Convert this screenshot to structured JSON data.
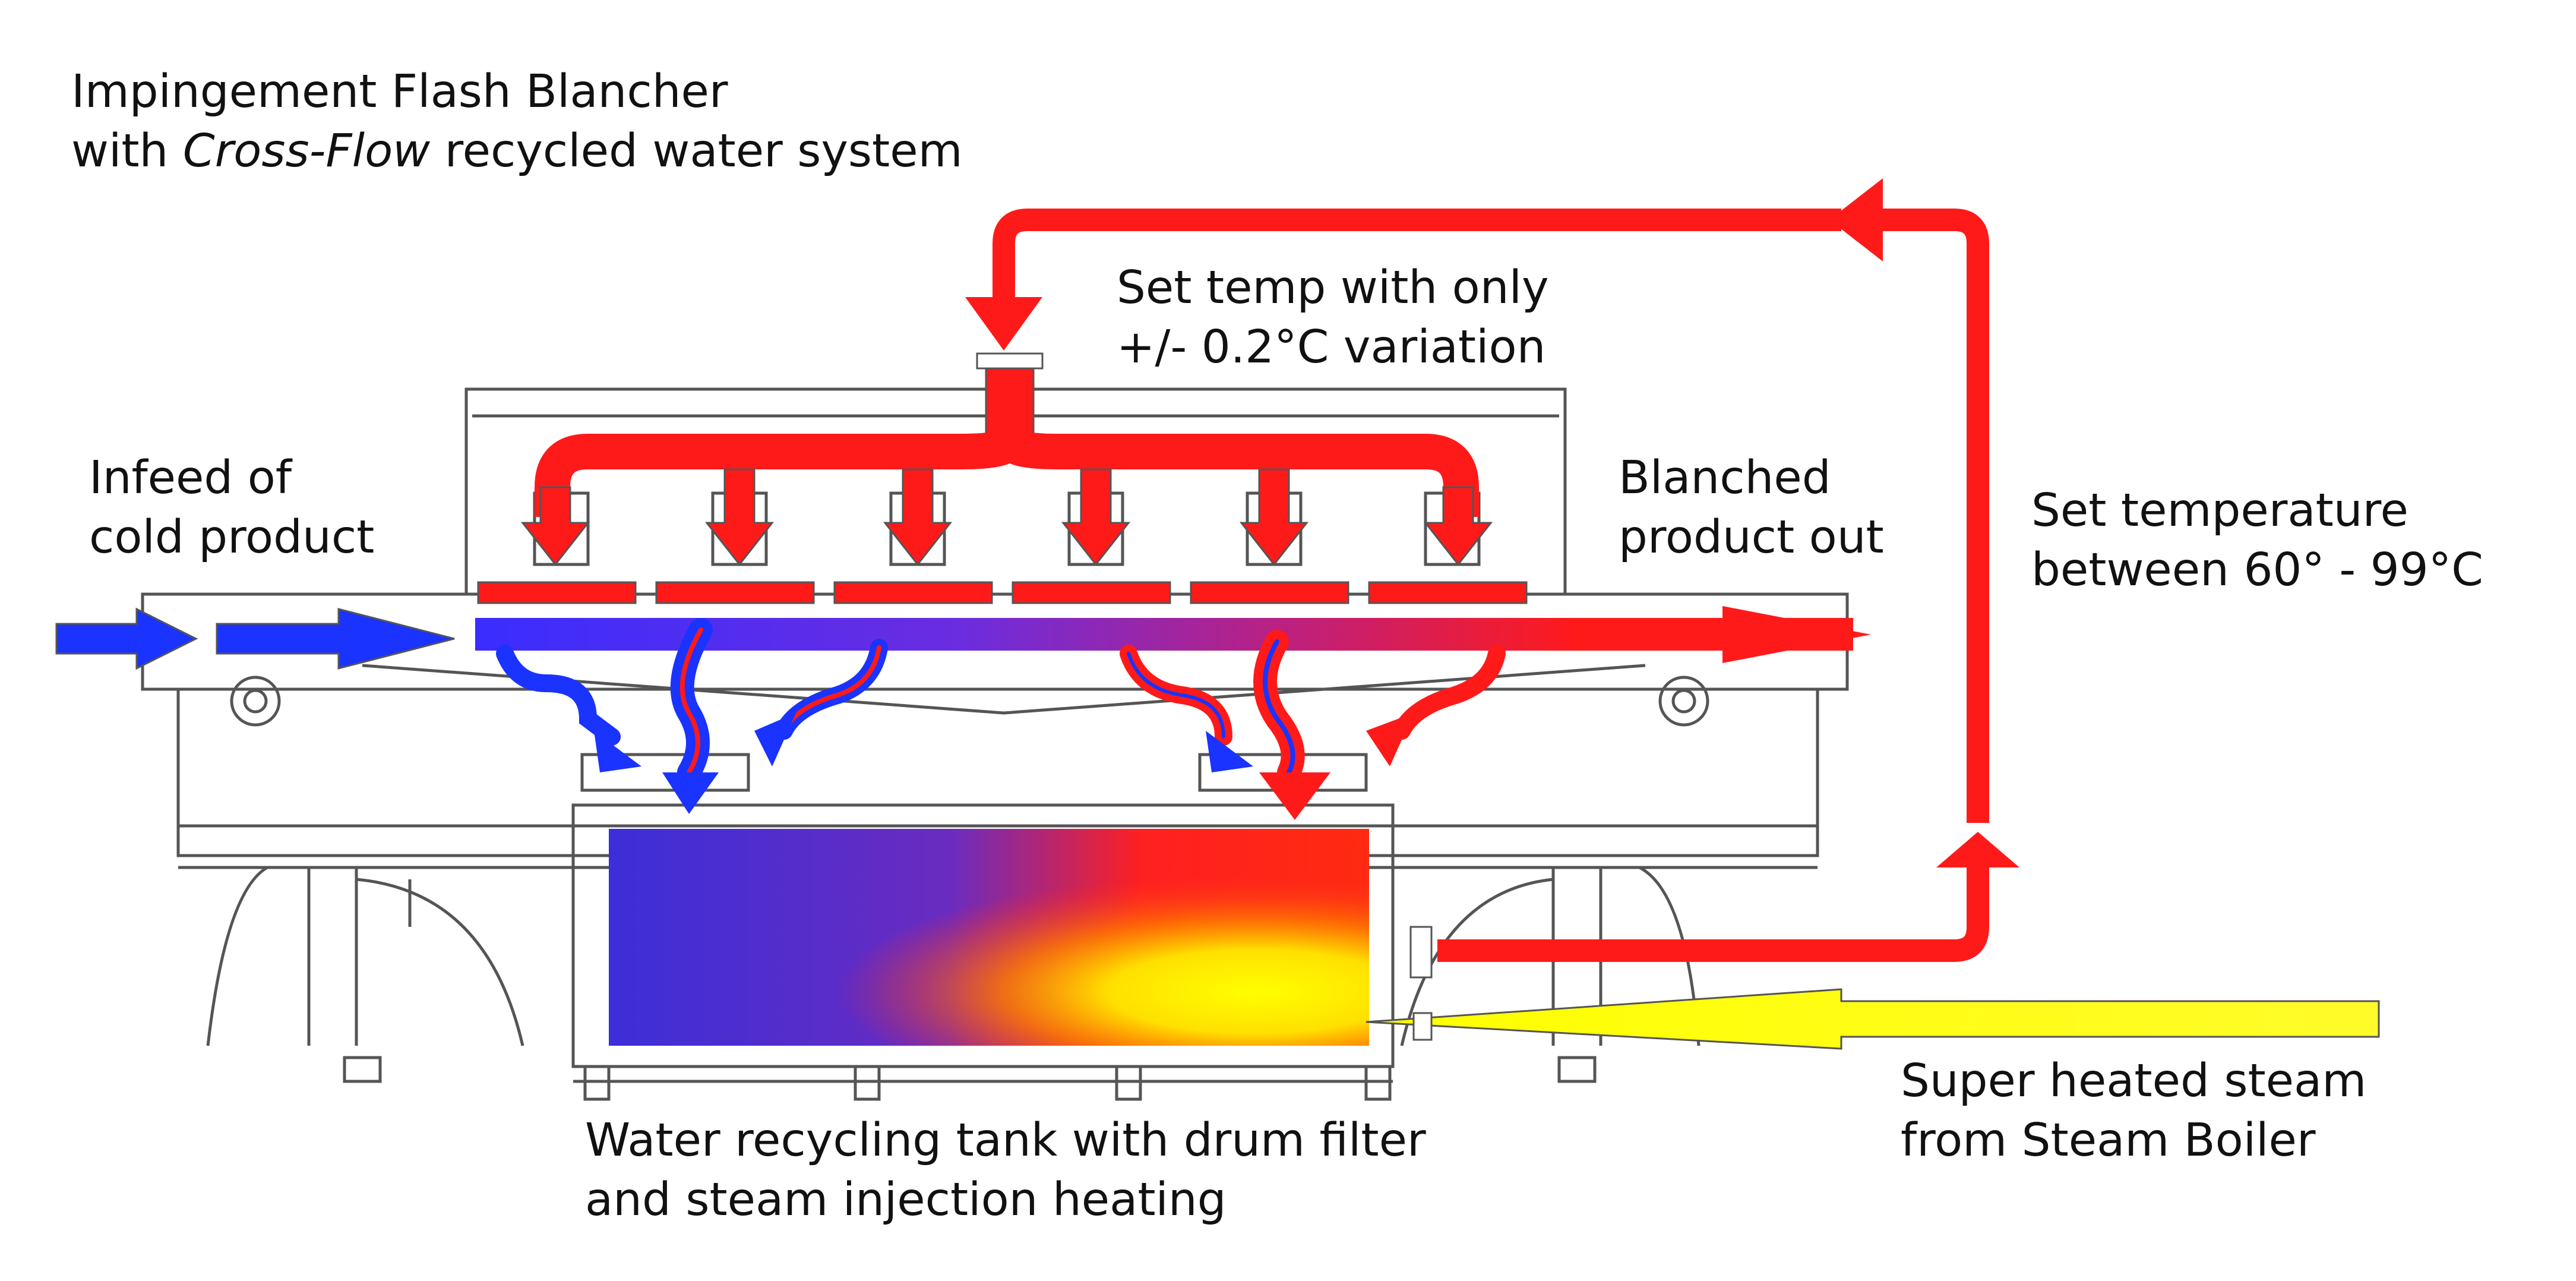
{
  "title": {
    "line1": "Impingement Flash Blancher",
    "line2_prefix": "with ",
    "line2_italic": "Cross-Flow",
    "line2_suffix": " recycled water system"
  },
  "labels": {
    "set_temp": [
      "Set temp with only",
      "+/- 0.2°C variation"
    ],
    "infeed": [
      "Infeed of",
      "cold product"
    ],
    "blanched": [
      "Blanched",
      "product out"
    ],
    "set_temperature_range": [
      "Set temperature",
      "between 60° - 99°C"
    ],
    "steam": [
      "Super heated steam",
      "from Steam Boiler"
    ],
    "tank": [
      "Water recycling tank with drum filter",
      "and steam injection heating"
    ]
  },
  "colors": {
    "hot_flow": "#ff1a1a",
    "cold_flow": "#1a33ff",
    "steam": "#ffff00",
    "machine_outline": "#555555"
  }
}
